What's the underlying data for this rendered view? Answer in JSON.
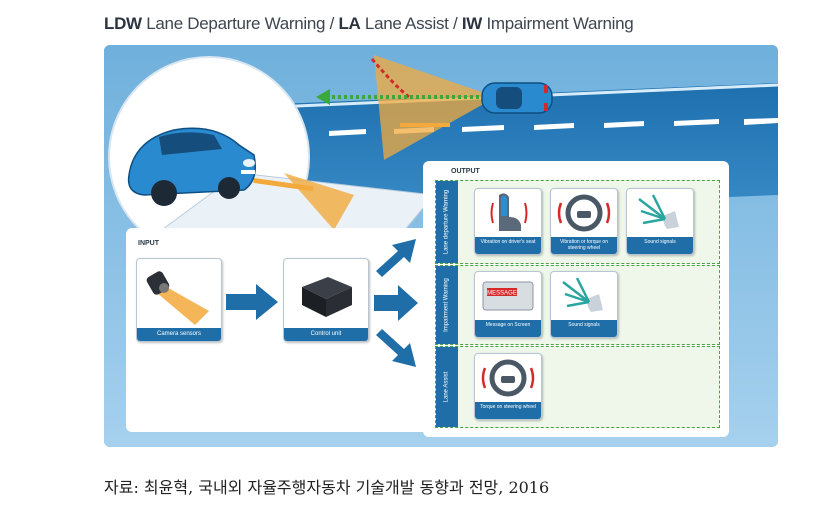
{
  "title": {
    "ldw_abbr": "LDW",
    "ldw_text": " Lane Departure Warning / ",
    "la_abbr": "LA",
    "la_text": " Lane Assist / ",
    "iw_abbr": "IW",
    "iw_text": " Impairment Warning"
  },
  "input": {
    "heading": "INPUT",
    "camera_label": "Camera sensors",
    "control_label": "Control unit"
  },
  "output": {
    "heading": "OUTPUT",
    "rows": [
      {
        "label": "Lane departure Warning",
        "tiles": [
          "Vibration on driver's seat",
          "Vibration or torque on steering wheel",
          "Sound signals"
        ]
      },
      {
        "label": "Impairment Warning",
        "tiles": [
          "Message on Screen",
          "Sound signals"
        ]
      },
      {
        "label": "Lane Assist",
        "tiles": [
          "Torque on steering wheel"
        ]
      }
    ],
    "message_text": "MESSAGE"
  },
  "caption": "자료: 최윤혁, 국내외 자율주행자동차 기술개발 동향과 전망, 2016",
  "colors": {
    "background": "#8fc3e6",
    "accent": "#1f6ea8",
    "beam": "#f3a93c",
    "arrow": "#1f6ea8",
    "lane_arrow": "#3aa83a",
    "warning": "#d42a2a"
  },
  "icons": [
    "camera-icon",
    "control-unit-icon",
    "seat-icon",
    "steering-wheel-icon",
    "sound-signal-icon",
    "screen-message-icon",
    "car-icon"
  ]
}
